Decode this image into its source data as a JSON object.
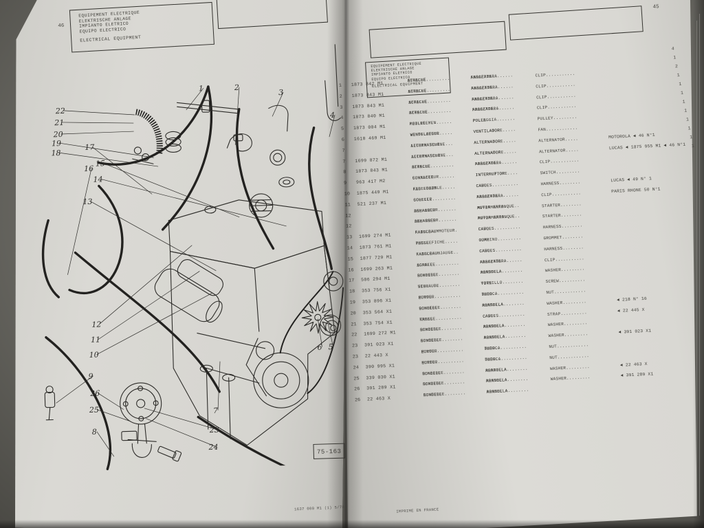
{
  "photo": {
    "left_page_number": "46",
    "right_page_number": "45",
    "fig_label": "75-163",
    "footer_left": "1637 000 M1 (1) 5/78",
    "footer_right": "IMPRIME EN FRANCE"
  },
  "header": {
    "languages": [
      "EQUIPEMENT ELECTRIQUE",
      "ELEKTRISCHE ANLAGE",
      "IMPIANTO ELETRICO",
      "EQUIPO ELECTRICO"
    ],
    "english": "ELECTRICAL EQUIPMENT"
  },
  "table": {
    "rows": [
      {
        "ref": "1",
        "part": "1873 842 M1",
        "fr": "ATTACHE.........",
        "de": "SCHELLE",
        "it": "FASCETTA........",
        "es": "ABRAZADERA",
        "en": "CLIP...........",
        "note": ""
      },
      {
        "ref": "2",
        "part": "1873 843 M1",
        "fr": "ATTACHE.........",
        "de": "SCHELLE",
        "it": "FASCETTA........",
        "es": "ABRAZADERA",
        "en": "CLIP...........",
        "note": ""
      },
      {
        "ref": "3",
        "part": "1873 843 M1",
        "fr": "ATTACHE.........",
        "de": "SCHELLE",
        "it": "FASCETTA........",
        "es": "ABRAZADERA",
        "en": "CLIP...........",
        "note": ""
      },
      {
        "ref": "4",
        "part": "1873 840 M1",
        "fr": "ATTACHE.........",
        "de": "SCHELLE",
        "it": "FASCETTA........",
        "es": "ABRAZADERA",
        "en": "CLIP...........",
        "note": ""
      },
      {
        "ref": "5",
        "part": "1873 004 M1",
        "fr": "POULIE..........",
        "de": "KEILRIEMEN",
        "it": "PULLEGGIA.......",
        "es": "POLEA",
        "en": "PULLEY.........",
        "note": ""
      },
      {
        "ref": "6",
        "part": "1618 469 M1",
        "fr": "VENTILATEUR.....",
        "de": "WINDFLUEGEL",
        "it": "VENTILATORE.....",
        "es": "VENTILADOR",
        "en": "FAN............",
        "note": ""
      },
      {
        "ref": "7",
        "part": "",
        "fr": "ALTERNATEUR.....",
        "de": "LICHTMASCHINE",
        "it": "ALTERNATORE.....",
        "es": "ALTERNADOR",
        "en": "ALTERNATOR.....",
        "note": "MOTOROLA ◄  46 N°1"
      },
      {
        "ref": "7",
        "part": "1699 872 M1",
        "fr": "ALTERNATEUR.....",
        "de": "LICHTMASCHINE",
        "it": "ALTERNATORE.....",
        "es": "ALTERNADOR",
        "en": "ALTERNATOR.....",
        "note": "LUCAS ◄  1875 955 M1 ◄ 46 N°1"
      },
      {
        "ref": "8",
        "part": "1873 843 M1",
        "fr": "ATTACHE.........",
        "de": "SCHELLE",
        "it": "FASCETTA........",
        "es": "ABRAZADERA",
        "en": "CLIP...........",
        "note": ""
      },
      {
        "ref": "9",
        "part": "963 417 M2",
        "fr": "CONTACTEUR......",
        "de": "SCHALTER",
        "it": "INTERRUTTORE....",
        "es": "INTERRUPTOR",
        "en": "SWITCH.........",
        "note": ""
      },
      {
        "ref": "10",
        "part": "1875 449 M1",
        "fr": "FIL FUSIBLE.....",
        "de": "KABELBAUM",
        "it": "CAVO............",
        "es": "CABLES",
        "en": "HARNESS........",
        "note": "LUCAS ◄   49 N° 1"
      },
      {
        "ref": "11",
        "part": "521 237 M1",
        "fr": "COLLIER.........",
        "de": "SCHELLE",
        "it": "FASCETTA........",
        "es": "ABRAZADERA",
        "en": "CLIP...........",
        "note": "PARIS RHONE    50 N°1"
      },
      {
        "ref": "12",
        "part": "",
        "fr": "DEMARREUR.......",
        "de": "ANLASSER",
        "it": "AVVIAMENTO......",
        "es": "MOTOR ARRANQUE",
        "en": "STARTER........",
        "note": ""
      },
      {
        "ref": "12",
        "part": "",
        "fr": "DEMARREUR.......",
        "de": "ANLASSER",
        "it": "AVVIAMENTO......",
        "es": "MOTOR ARRANQUE",
        "en": "STARTER........",
        "note": ""
      },
      {
        "ref": "13",
        "part": "1699 274 M1",
        "fr": "FAISCEAU MOTEUR.",
        "de": "KABELBAUM",
        "it": "CAVO............",
        "es": "CABLES",
        "en": "HARNESS........",
        "note": ""
      },
      {
        "ref": "14",
        "part": "1873 761 M1",
        "fr": "PASSE FICHE.....",
        "de": "TUELLE",
        "it": "GUMMINO.........",
        "es": "OJAL",
        "en": "GROMMET........",
        "note": ""
      },
      {
        "ref": "15",
        "part": "1877 729 M1",
        "fr": "FAISCEAU.JAUGE..",
        "de": "KABELBAUM",
        "it": "CAVO............",
        "es": "CABLES",
        "en": "HARNESS........",
        "note": ""
      },
      {
        "ref": "16",
        "part": "1699 263 M1",
        "fr": "AGRAFE..........",
        "de": "SCHELLE",
        "it": "FASCETTA........",
        "es": "ABRAZADERA",
        "en": "CLIP...........",
        "note": ""
      },
      {
        "ref": "17",
        "part": "506 294 M1",
        "fr": "RONDELLE........",
        "de": "SCHEIBE",
        "it": "RONDELLA........",
        "es": "ARANDELA",
        "en": "WASHER.........",
        "note": ""
      },
      {
        "ref": "18",
        "part": "353 756 X1",
        "fr": "VIS.............",
        "de": "SCHRAUBE",
        "it": "VITE............",
        "es": "TORNILLO",
        "en": "SCREW..........",
        "note": ""
      },
      {
        "ref": "19",
        "part": "353 896 X1",
        "fr": "ECROU...........",
        "de": "MUTTER",
        "it": "DADO............",
        "es": "TUERCA",
        "en": "NUT............",
        "note": ""
      },
      {
        "ref": "20",
        "part": "353 564 X1",
        "fr": "RONDELLE........",
        "de": "SCHEIBE",
        "it": "RONDELLA........",
        "es": "ARANDELA",
        "en": "WASHER.........",
        "note": "◄   218 N° 16"
      },
      {
        "ref": "21",
        "part": "353 754 X1",
        "fr": "TRESSE..........",
        "de": "KABEL",
        "it": "CAVO............",
        "es": "CABLES",
        "en": "STRAP..........",
        "note": "◄  22 445 X"
      },
      {
        "ref": "22",
        "part": "1699 272 M1",
        "fr": "RONDELLE........",
        "de": "SCHEIBE",
        "it": "RONDELLA........",
        "es": "ARANDELA",
        "en": "WASHER.........",
        "note": ""
      },
      {
        "ref": "23",
        "part": "391 023 X1",
        "fr": "RONDELLE........",
        "de": "SCHEIBE",
        "it": "RONDELLA........",
        "es": "ARANDELA",
        "en": "WASHER.........",
        "note": "◄ 391 023 X1"
      },
      {
        "ref": "23",
        "part": "22 443 X",
        "fr": "ECROU...........",
        "de": "MUTTER",
        "it": "DADO............",
        "es": "TUERCA",
        "en": "NUT............",
        "note": ""
      },
      {
        "ref": "24",
        "part": "390 995 X1",
        "fr": "ECROU...........",
        "de": "MUTTER",
        "it": "DADO............",
        "es": "TUERCA",
        "en": "NUT............",
        "note": ""
      },
      {
        "ref": "25",
        "part": "339 030 X1",
        "fr": "RONDELLE........",
        "de": "SCHEIBE",
        "it": "RONDELLA........",
        "es": "ARANDELA",
        "en": "WASHER.........",
        "note": "◄  22 463 X"
      },
      {
        "ref": "26",
        "part": "391 289 X1",
        "fr": "RONDELLE........",
        "de": "SCHEIBE",
        "it": "RONDELLA........",
        "es": "ARANDELA",
        "en": "WASHER.........",
        "note": "◄ 391 289 X1"
      },
      {
        "ref": "26",
        "part": "22 463 X",
        "fr": "RONDELLE........",
        "de": "SCHEIBE",
        "it": "RONDELLA........",
        "es": "ARANDELA",
        "en": "",
        "note": ""
      }
    ]
  },
  "qty": [
    "4",
    "1",
    "2",
    "1",
    "1",
    "1",
    "1",
    "1",
    "1",
    "1",
    "1",
    "1"
  ],
  "diagram": {
    "callouts": [
      [
        1,
        247,
        68,
        225,
        95
      ],
      [
        2,
        299,
        68,
        295,
        148
      ],
      [
        3,
        363,
        77,
        350,
        108
      ],
      [
        4,
        437,
        112,
        432,
        140
      ],
      [
        22,
        42,
        95,
        150,
        100
      ],
      [
        21,
        40,
        112,
        148,
        112
      ],
      [
        20,
        38,
        129,
        148,
        124
      ],
      [
        19,
        35,
        142,
        176,
        163
      ],
      [
        18,
        34,
        156,
        182,
        176
      ],
      [
        17,
        83,
        149,
        172,
        216
      ],
      [
        15,
        98,
        173,
        298,
        253
      ],
      [
        16,
        81,
        180,
        46,
        330
      ],
      [
        14,
        94,
        196,
        366,
        268
      ],
      [
        13,
        78,
        228,
        262,
        330
      ],
      [
        12,
        86,
        407,
        228,
        292
      ],
      [
        11,
        84,
        429,
        238,
        330
      ],
      [
        10,
        81,
        451,
        256,
        362
      ],
      [
        9,
        75,
        482,
        24,
        516
      ],
      [
        26,
        81,
        507,
        122,
        528
      ],
      [
        25,
        79,
        531,
        130,
        545
      ],
      [
        8,
        78,
        563,
        106,
        596
      ],
      [
        7,
        255,
        537,
        264,
        462
      ],
      [
        23,
        253,
        565,
        152,
        527
      ],
      [
        24,
        251,
        590,
        154,
        542
      ],
      [
        6,
        409,
        449,
        408,
        404
      ],
      [
        5,
        425,
        449,
        423,
        413
      ]
    ]
  }
}
